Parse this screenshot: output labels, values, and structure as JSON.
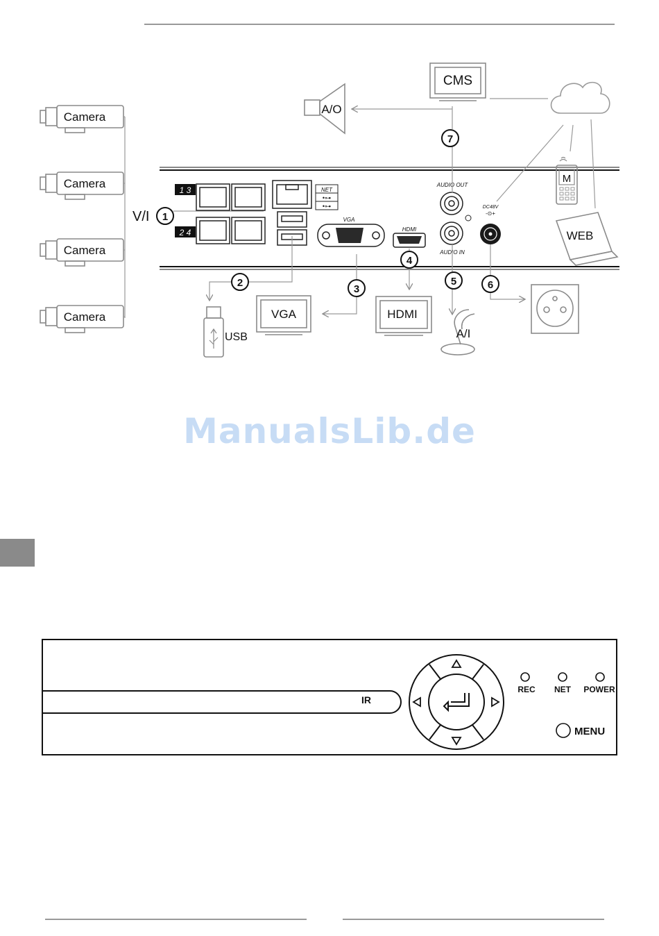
{
  "labels": {
    "camera": "Camera",
    "vi": "V/I",
    "ao": "A/O",
    "cms": "CMS",
    "mobile": "M",
    "web": "WEB",
    "usb": "USB",
    "vga_monitor": "VGA",
    "hdmi_monitor": "HDMI",
    "ai": "A/I"
  },
  "ports": {
    "ch13": "1 3",
    "ch24": "2 4",
    "net": "NET",
    "vga": "VGA",
    "hdmi": "HDMI",
    "audio_out": "AUDIO OUT",
    "audio_in": "AUDIO IN",
    "dc": "DC48V"
  },
  "callouts": {
    "one": "1",
    "two": "2",
    "three": "3",
    "four": "4",
    "five": "5",
    "six": "6",
    "seven": "7"
  },
  "front_panel": {
    "ir": "IR",
    "rec": "REC",
    "net": "NET",
    "power": "POWER",
    "menu": "MENU"
  },
  "watermark": "ManualsLib.de",
  "colors": {
    "line": "#222222",
    "device_gray": "#8a8a8a",
    "arrow_gray": "#9a9a9a",
    "watermark": "#c7dcf5",
    "badge": "#111111"
  },
  "icons": [
    "camera-icon",
    "speaker-icon",
    "monitor-icon",
    "cloud-icon",
    "phone-icon",
    "laptop-icon",
    "usb-stick-icon",
    "microphone-icon",
    "power-socket-icon",
    "enter-icon",
    "arrow-up-icon",
    "arrow-down-icon",
    "arrow-left-icon",
    "arrow-right-icon"
  ]
}
